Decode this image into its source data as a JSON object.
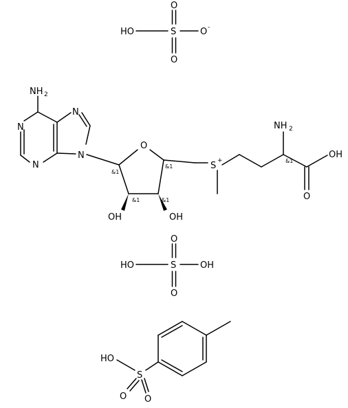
{
  "molecule": {
    "sulfate_anion": {
      "ho": "HO",
      "s": "S",
      "o_top": "O",
      "o_bottom": "O",
      "o_right": "O",
      "charge": "-"
    },
    "adenine": {
      "amine": "NH",
      "amine_sub": "2",
      "n1": "N",
      "n3": "N",
      "n7": "N",
      "n9": "N"
    },
    "ribose": {
      "ring_o": "O",
      "oh_left": "OH",
      "oh_right": "OH",
      "stereo_c1": "&1",
      "stereo_c2": "&1",
      "stereo_c3": "&1",
      "stereo_c4": "&1"
    },
    "sulfonium": {
      "s": "S",
      "charge": "+"
    },
    "amino_acid": {
      "amine": "NH",
      "amine_sub": "2",
      "stereo": "&1",
      "oh": "OH",
      "o": "O"
    },
    "sulfuric_acid": {
      "ho_left": "HO",
      "s": "S",
      "oh_right": "OH",
      "o_top": "O",
      "o_bottom": "O"
    },
    "tosylic_acid": {
      "ho": "HO",
      "s": "S",
      "o_left": "O",
      "o_right": "O"
    }
  }
}
